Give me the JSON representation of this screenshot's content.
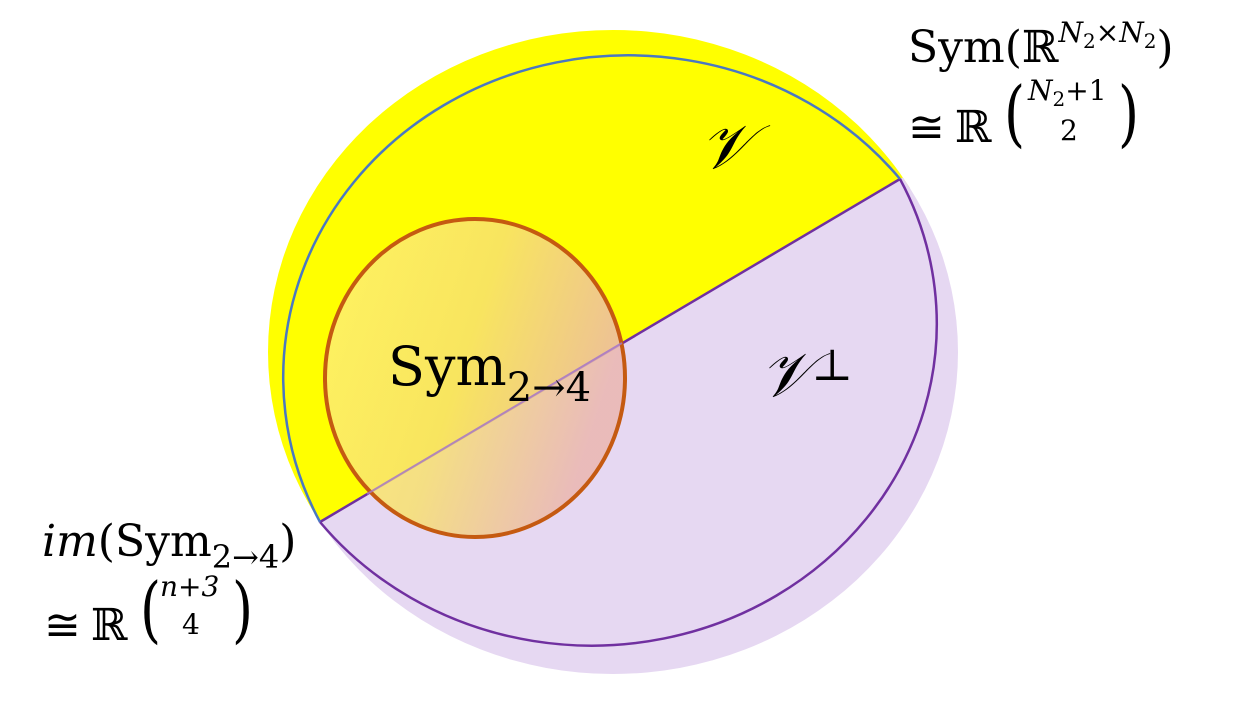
{
  "labels": {
    "ambient": {
      "sym": "Sym",
      "open": "(",
      "field": "ℝ",
      "exp": "N",
      "exp_sub": "2",
      "times": "×",
      "exp2": "N",
      "exp2_sub": "2",
      "close": ")",
      "iso": "≅",
      "field2": "ℝ",
      "binom_top_var": "N",
      "binom_top_sub": "2",
      "binom_top_rest": "+1",
      "binom_bottom": "2"
    },
    "subspace_v": "𝒱",
    "complement_v": "𝒱",
    "perp": "⊥",
    "center": {
      "sym": "Sym",
      "sub": "2→4"
    },
    "image": {
      "im": "im",
      "open": "(",
      "sym": "Sym",
      "sub": "2→4",
      "close": ")",
      "iso": "≅",
      "field": "ℝ",
      "binom_top": "n+3",
      "binom_bottom": "4"
    }
  },
  "colors": {
    "subspace_fill": "#ffff00",
    "complement_fill": "#e6d8f2",
    "outer_stroke_top": "#4a78c2",
    "outer_stroke_bottom": "#7030a0",
    "inner_stroke": "#c55a11"
  }
}
